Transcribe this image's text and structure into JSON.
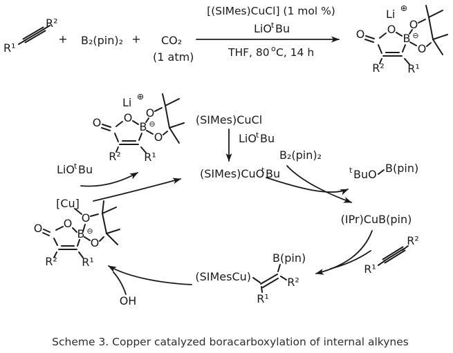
{
  "figure": {
    "caption": "Scheme 3. Copper catalyzed boracarboxylation of internal alkynes",
    "ink_color": "#1a1a1a",
    "background_color": "#ffffff"
  },
  "equation": {
    "alkyne": {
      "r1": "R¹",
      "r2": "R²"
    },
    "plus": "+",
    "diboron": "B₂(pin)₂",
    "co2": "CO₂",
    "co2_note": "(1 atm)",
    "catalyst_line": "[(SIMes)CuCl] (1 mol %)",
    "base_line": {
      "pre": "LiO",
      "sup": "t",
      "post": "Bu"
    },
    "solvent_line": {
      "pre": "THF, 80 ",
      "sup": "o",
      "post": "C, 14 h"
    }
  },
  "boralactone_product": {
    "li": "Li",
    "li_charge": "⊕",
    "b": "B",
    "b_charge": "⊖",
    "o_carbonyl": "O",
    "o_ring": "O",
    "o_pin_top": "O",
    "o_pin_bottom": "O",
    "r1": "R¹",
    "r2": "R²"
  },
  "cycle": {
    "precatalyst": "(SIMes)CuCl",
    "base_step": {
      "pre": "LiO",
      "sup": "t",
      "post": "Bu"
    },
    "cu_alkoxide": {
      "pre": "(SIMes)CuO",
      "sup": "t",
      "post": "Bu"
    },
    "diboron": "B₂(pin)₂",
    "byproduct": {
      "sup": "t",
      "pre": "BuO",
      "bpin": "B(pin)"
    },
    "cu_boryl": "(IPr)CuB(pin)",
    "alkyne": {
      "r1": "R¹",
      "r2": "R²"
    },
    "vinyl_copper": {
      "label": "(SIMesCu)",
      "bpin": "B(pin)",
      "r1": "R¹",
      "r2": "R²"
    },
    "oh_label": "OH",
    "base_release": {
      "pre": "LiO",
      "sup": "t",
      "post": "Bu"
    },
    "cu_lactone": {
      "cu": "[Cu]",
      "b": "B",
      "b_charge": "⊖",
      "o_carbonyl": "O",
      "o_ring": "O",
      "o_pin_top": "O",
      "o_pin_bottom": "O",
      "r1": "R¹",
      "r2": "R²"
    }
  }
}
